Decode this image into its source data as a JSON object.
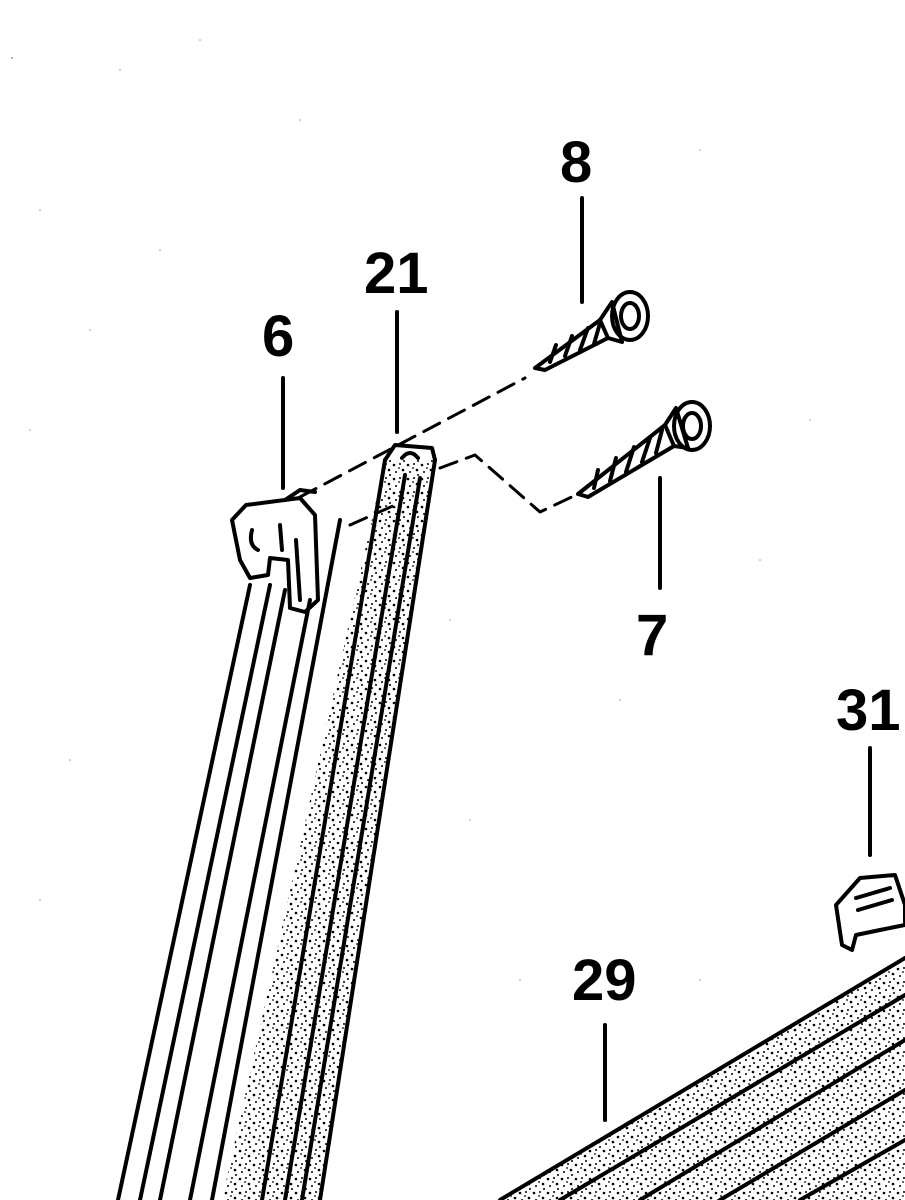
{
  "colors": {
    "ink": "#000000",
    "paper": "#ffffff"
  },
  "callouts": [
    {
      "id": "c6",
      "label": "6",
      "part": "clip"
    },
    {
      "id": "c21",
      "label": "21",
      "part": "window-channel"
    },
    {
      "id": "c8",
      "label": "8",
      "part": "screw-upper"
    },
    {
      "id": "c7",
      "label": "7",
      "part": "screw-lower"
    },
    {
      "id": "c31",
      "label": "31",
      "part": "clip-small"
    },
    {
      "id": "c29",
      "label": "29",
      "part": "seal-strip"
    }
  ]
}
